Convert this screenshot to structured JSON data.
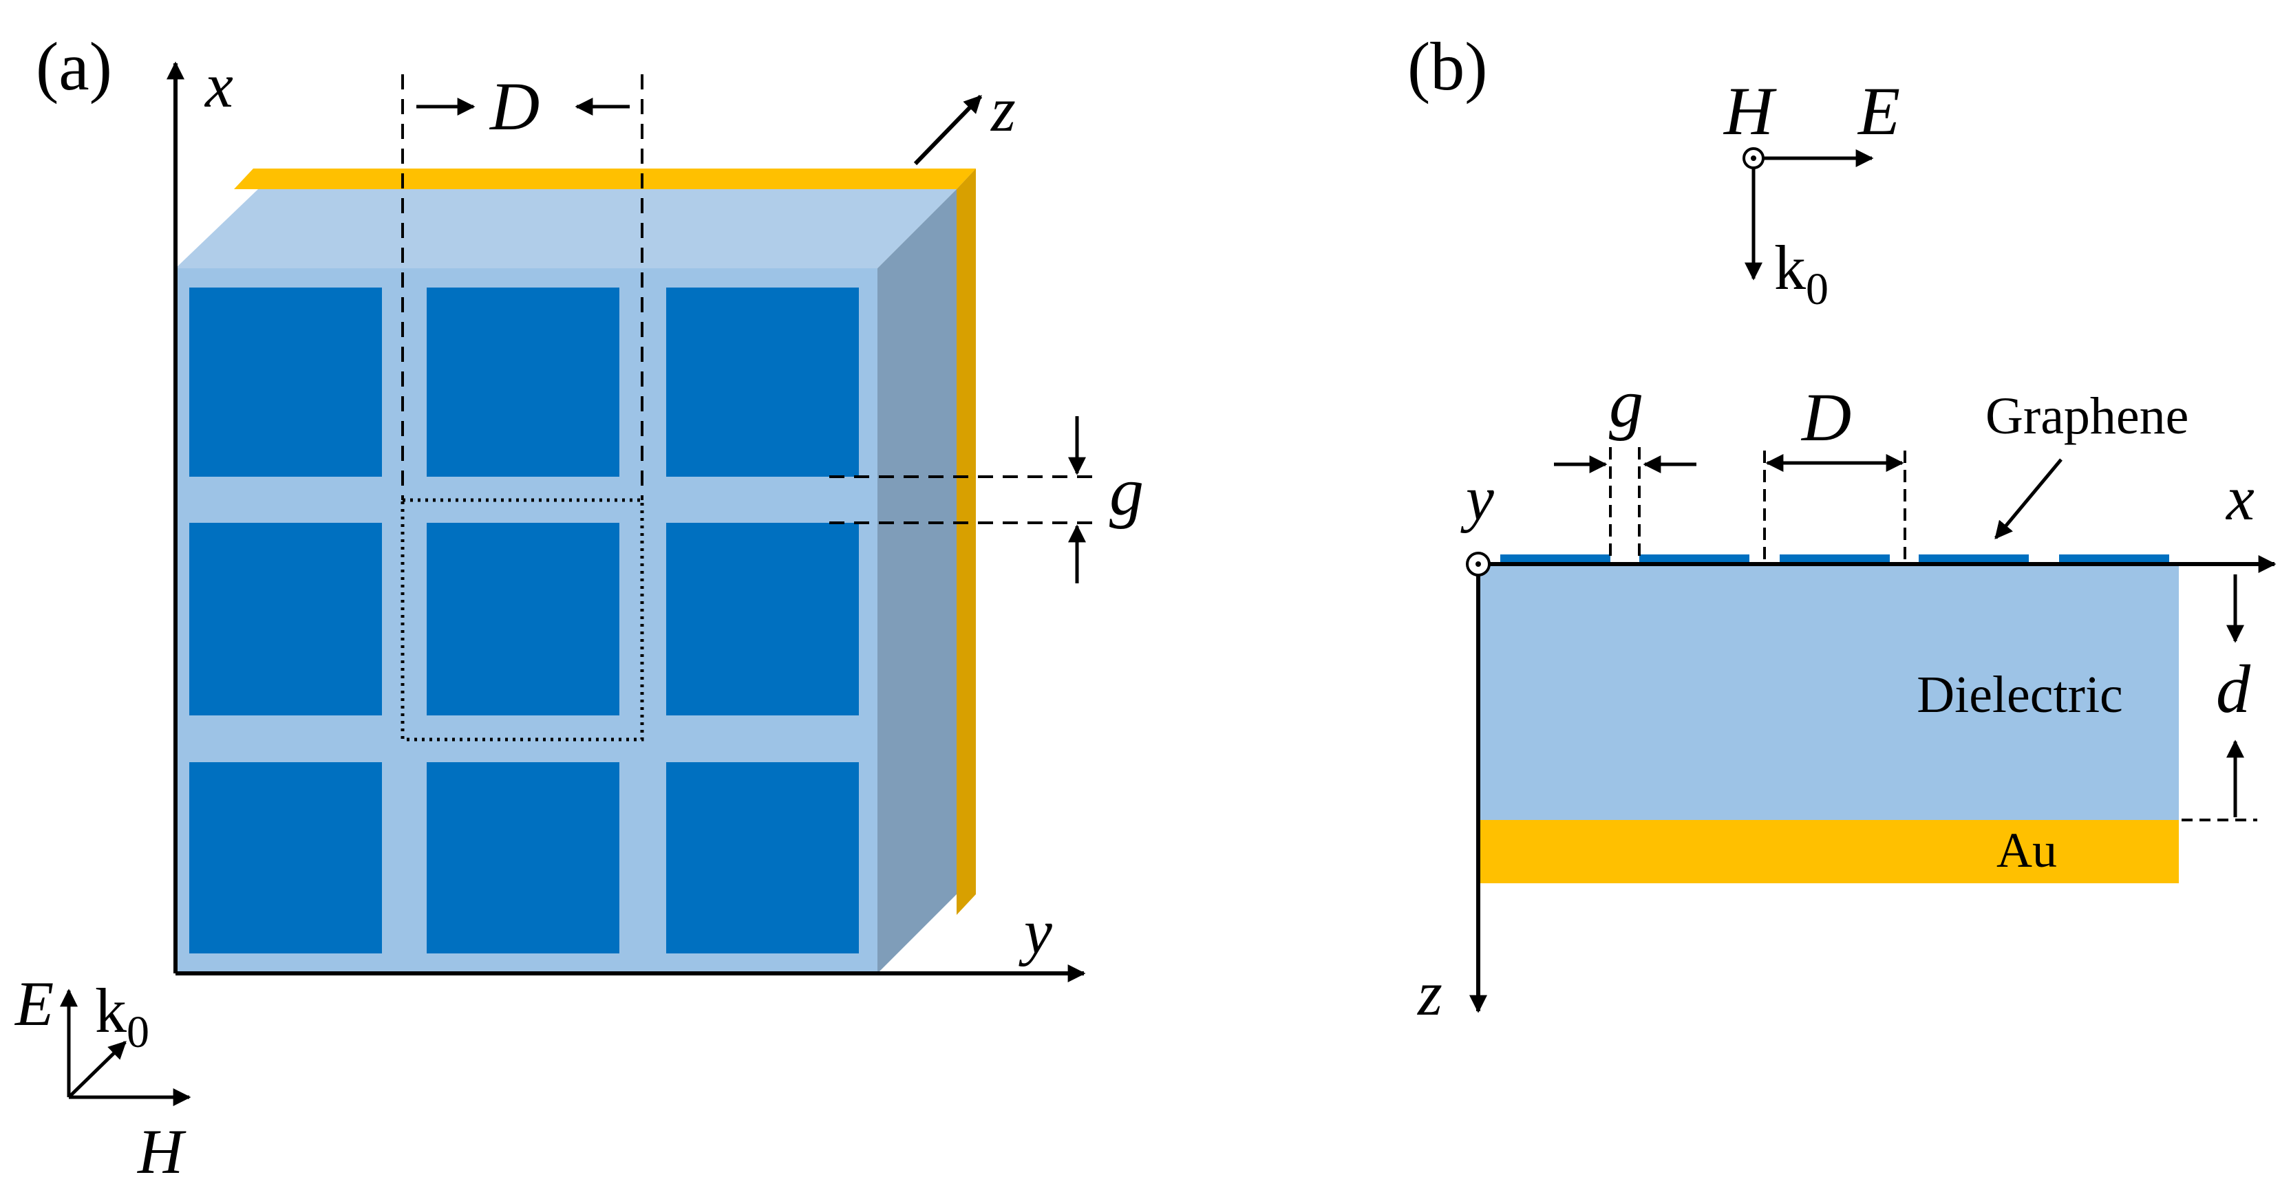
{
  "panel_a": {
    "label": "(a)",
    "axis_x": "x",
    "axis_y": "y",
    "axis_z": "z",
    "period_label": "D",
    "gap_label": "g",
    "field_E": "E",
    "field_k": "k",
    "field_k_sub": "0",
    "field_H": "H"
  },
  "panel_b": {
    "label": "(b)",
    "field_H": "H",
    "field_E": "E",
    "field_k": "k",
    "field_k_sub": "0",
    "gap_label": "g",
    "period_label": "D",
    "graphene_label": "Graphene",
    "axis_y": "y",
    "axis_x": "x",
    "axis_z": "z",
    "thickness_label": "d",
    "dielectric_label": "Dielectric",
    "gold_label": "Au"
  },
  "colors": {
    "graphene": "#0070C0",
    "dielectric": "#9DC3E6",
    "dielectric_top": "#B0CDE9",
    "dielectric_side": "#7F9DB9",
    "gold": "#FFC000",
    "gold_side": "#D8A000"
  }
}
